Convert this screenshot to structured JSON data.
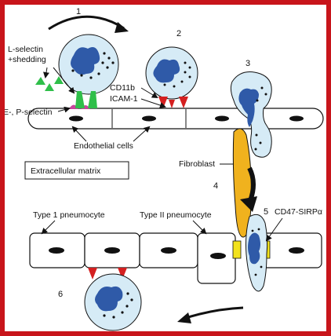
{
  "colors": {
    "frame": "#c8151b",
    "cell_fill": "#d6ebf6",
    "nucleus": "#2f5aa8",
    "granule": "#1a1a1a",
    "selectin_green": "#2fbf4a",
    "e_selectin_pink": "#c8449c",
    "cd11b_red": "#d42020",
    "fibroblast": "#f0b21e",
    "cd47": "#f2e21d"
  },
  "steps": [
    "1",
    "2",
    "3",
    "4",
    "5",
    "6"
  ],
  "labels": {
    "l_selectin_line1": "L-selectin",
    "l_selectin_line2": "+shedding",
    "e_p_selectin": "E-, P-selectin",
    "cd11b": "CD11b",
    "icam1": "ICAM-1",
    "endothelial_cells": "Endothelial cells",
    "extracellular_matrix": "Extracellular matrix",
    "fibroblast": "Fibroblast",
    "cd47_sirpa": "CD47-SIRPα",
    "type1_pneumocyte": "Type 1 pneumocyte",
    "type2_pneumocyte": "Type II pneumocyte"
  }
}
